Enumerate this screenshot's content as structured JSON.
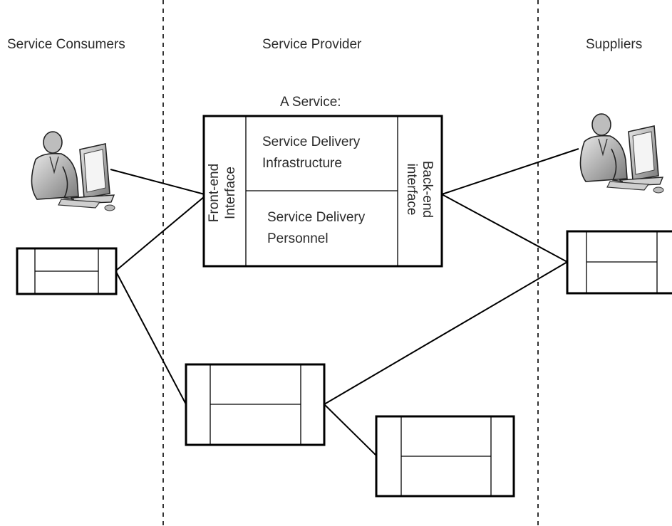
{
  "lanes": {
    "consumers": "Service Consumers",
    "provider": "Service Provider",
    "suppliers": "Suppliers"
  },
  "service": {
    "title": "A Service:",
    "front_end_line1": "Front-end",
    "front_end_line2": "Interface",
    "infrastructure_line1": "Service Delivery",
    "infrastructure_line2": "Infrastructure",
    "personnel_line1": "Service Delivery",
    "personnel_line2": "Personnel",
    "back_end_line1": "Back-end",
    "back_end_line2": "interface"
  },
  "icons": {
    "consumer": "person-at-computer-icon",
    "supplier": "person-at-computer-icon",
    "service_box": "service-box-icon"
  },
  "colors": {
    "stroke": "#000000",
    "text": "#2a2a2a"
  }
}
